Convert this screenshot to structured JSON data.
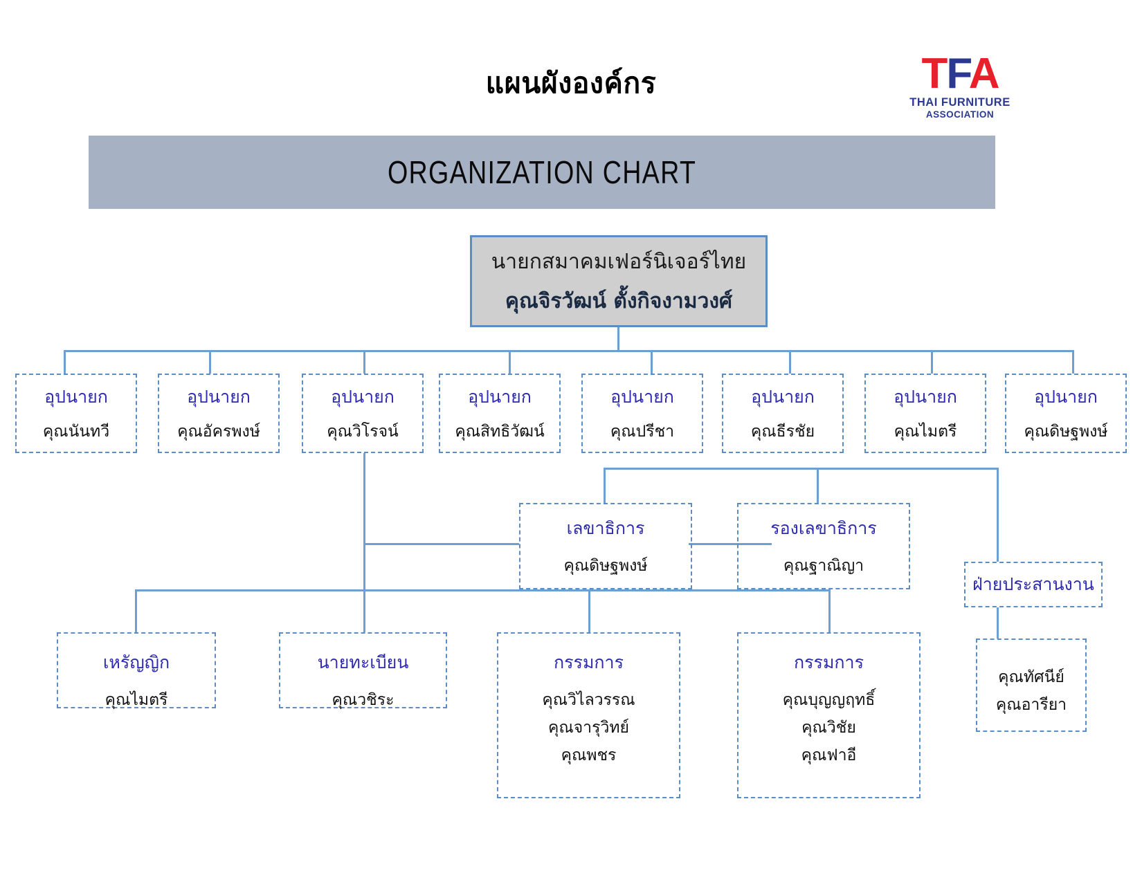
{
  "header": {
    "title_thai": "แผนผังองค์กร",
    "banner_label": "ORGANIZATION CHART",
    "banner_color": "#a7b1c4",
    "logo": {
      "mark_t": "T",
      "mark_f": "F",
      "mark_a": "A",
      "line1": "THAI FURNITURE",
      "line2": "ASSOCIATION",
      "red": "#e8202a",
      "blue": "#2b3990"
    }
  },
  "theme": {
    "connector_color": "#6d9fd0",
    "box_border_color": "#5b8cc4",
    "role_text_color": "#2e2bb0",
    "president_fill": "#cfcfcf"
  },
  "president": {
    "role": "นายกสมาคมเฟอร์นิเจอร์ไทย",
    "name": "คุณจิรวัฒน์ ตั้งกิจงามวงศ์"
  },
  "vice_presidents": [
    {
      "role": "อุปนายก",
      "name": "คุณนันทวี"
    },
    {
      "role": "อุปนายก",
      "name": "คุณอัครพงษ์"
    },
    {
      "role": "อุปนายก",
      "name": "คุณวิโรจน์"
    },
    {
      "role": "อุปนายก",
      "name": "คุณสิทธิวัฒน์"
    },
    {
      "role": "อุปนายก",
      "name": "คุณปรีชา"
    },
    {
      "role": "อุปนายก",
      "name": "คุณธีรชัย"
    },
    {
      "role": "อุปนายก",
      "name": "คุณไมตรี"
    },
    {
      "role": "อุปนายก",
      "name": "คุณดิษฐพงษ์"
    }
  ],
  "secretariat": {
    "secretary": {
      "role": "เลขาธิการ",
      "name": "คุณดิษฐพงษ์"
    },
    "deputy_secretary": {
      "role": "รองเลขาธิการ",
      "name": "คุณฐาณิญา"
    }
  },
  "coordination": {
    "role": "ฝ่ายประสานงาน"
  },
  "officers": {
    "treasurer": {
      "role": "เหรัญญิก",
      "name": "คุณไมตรี"
    },
    "registrar": {
      "role": "นายทะเบียน",
      "name": "คุณวชิระ"
    },
    "committee_1": {
      "role": "กรรมการ",
      "members": [
        "คุณวิไลวรรณ",
        "คุณจารุวิทย์",
        "คุณพชร"
      ]
    },
    "committee_2": {
      "role": "กรรมการ",
      "members": [
        "คุณบุญญฤทธิ์",
        "คุณวิชัย",
        "คุณฟาอี"
      ]
    },
    "coordination_staff": {
      "members": [
        "คุณทัศนีย์",
        "คุณอารียา"
      ]
    }
  }
}
